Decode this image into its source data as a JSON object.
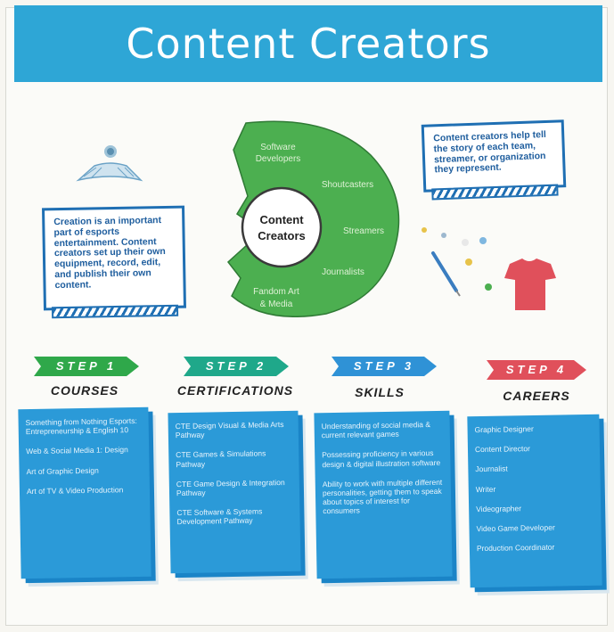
{
  "title": "Content Creators",
  "colors": {
    "banner": "#2ea6d6",
    "wheel": "#4caf50",
    "card": "#2b9ad8",
    "step1": "#2fa84a",
    "step2": "#1fa88a",
    "step3": "#2f92d6",
    "step4": "#e0505b"
  },
  "left_note": "Creation is an important part of esports entertainment. Content creators set up their own equipment, record, edit, and publish their own content.",
  "right_note": "Content creators help tell the story of each team, streamer, or organization they represent.",
  "wheel": {
    "center_line1": "Content",
    "center_line2": "Creators",
    "segments": [
      {
        "line1": "Software",
        "line2": "Developers"
      },
      {
        "line1": "Shoutcasters",
        "line2": ""
      },
      {
        "line1": "Streamers",
        "line2": ""
      },
      {
        "line1": "Journalists",
        "line2": ""
      },
      {
        "line1": "Fandom Art",
        "line2": "& Media"
      }
    ]
  },
  "steps": [
    {
      "label": "STEP 1",
      "title": "COURSES",
      "items": [
        "Something from Nothing Esports: Entrepreneurship & English 10",
        "Web & Social Media 1: Design",
        "Art of Graphic Design",
        "Art of TV & Video Production"
      ]
    },
    {
      "label": "STEP 2",
      "title": "CERTIFICATIONS",
      "items": [
        "CTE Design Visual & Media Arts Pathway",
        "CTE Games & Simulations Pathway",
        "CTE Game Design & Integration Pathway",
        "CTE Software & Systems Development Pathway"
      ]
    },
    {
      "label": "STEP 3",
      "title": "SKILLS",
      "items": [
        "Understanding of social media & current relevant games",
        "Possessing proficiency in various design & digital illustration software",
        "Ability to work with multiple different personalities, getting them to speak about topics of interest for consumers"
      ]
    },
    {
      "label": "STEP 4",
      "title": "CAREERS",
      "items": [
        "Graphic Designer",
        "Content Director",
        "Journalist",
        "Writer",
        "Videographer",
        "Video Game Developer",
        "Production Coordinator"
      ]
    }
  ]
}
